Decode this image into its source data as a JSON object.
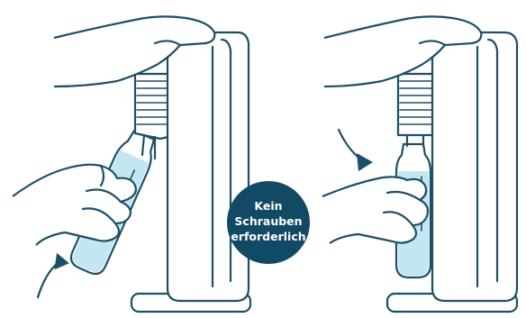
{
  "colors": {
    "line": "#1d4f66",
    "water": "#c3e6f3",
    "badge": "#124a66",
    "badge_text": "#ffffff",
    "background": "#ffffff"
  },
  "illustration": {
    "left_panel": {
      "step": "insert-bottle-tilted",
      "arrow": "up-right"
    },
    "right_panel": {
      "step": "bottle-attached-upright",
      "arrow": "down-right"
    }
  },
  "badge": {
    "lines": [
      "Kein",
      "Schrauben",
      "erforderlich"
    ]
  }
}
